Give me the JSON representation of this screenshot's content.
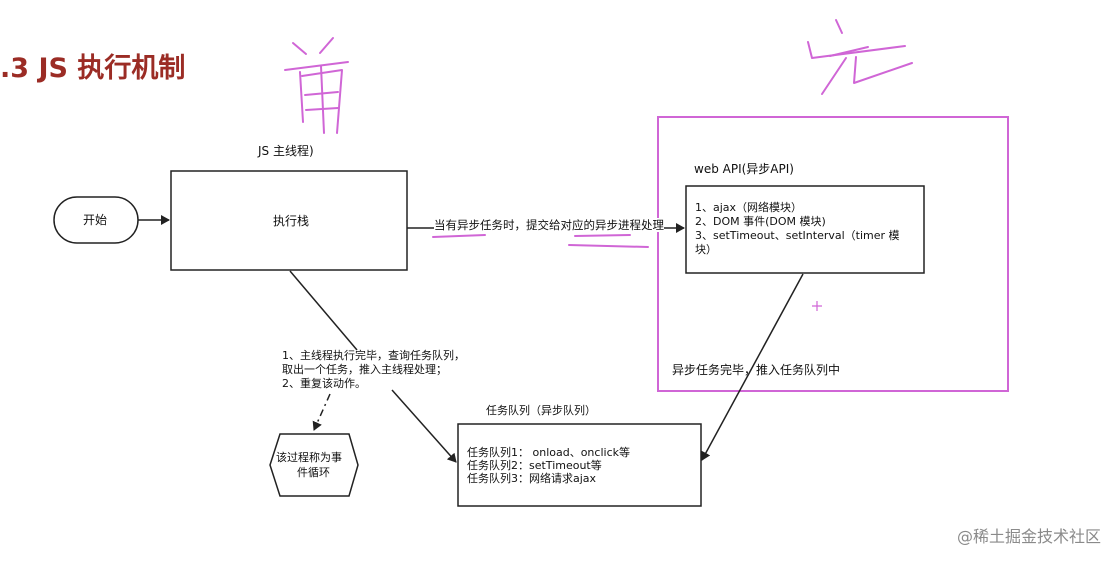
{
  "title": ".3 JS 执行机制",
  "main_thread_label": "JS 主线程)",
  "start_label": "开始",
  "exec_stack_label": "执行栈",
  "async_arrow_label": "当有异步任务时，提交给对应的异步进程处理",
  "webapi": {
    "title": "web API(异步API)",
    "items": [
      "1、ajax（网络模块）",
      "2、DOM 事件(DOM 模块)",
      "3、setTimeout、setInterval（timer 模",
      "块）"
    ]
  },
  "async_done_label": "异步任务完毕，推入任务队列中",
  "loop_text": [
    "1、主线程执行完毕，查询任务队列，",
    "取出一个任务，推入主线程处理；",
    "2、重复该动作。"
  ],
  "event_loop_label": [
    "该过程称为事",
    "件循环"
  ],
  "queue": {
    "title": "任务队列（异步队列）",
    "items": [
      "任务队列1：  onload、onclick等",
      "任务队列2：setTimeout等",
      "任务队列3：网络请求ajax"
    ]
  },
  "watermark": "@稀土掘金技术社区",
  "colors": {
    "title": "#9b2c25",
    "annotation": "#d066d6",
    "line": "#222222"
  }
}
